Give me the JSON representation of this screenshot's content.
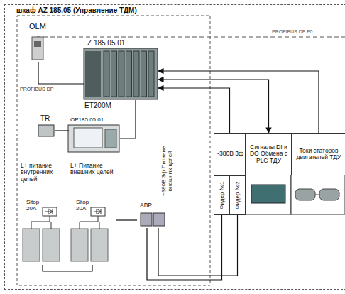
{
  "diagram": {
    "nodes": [
      {
        "text": [
          "шкаф AZ 185.05 (Управление ТДМ)"
        ]
      },
      {
        "text": [
          "OLM"
        ],
        "in": 0
      },
      {
        "text": [
          "Z 185.05.01",
          "ET200M"
        ],
        "in": 0
      },
      {
        "text": [
          "TR"
        ],
        "in": 0
      },
      {
        "text": [
          "OP185.05.01"
        ],
        "in": 0
      },
      {
        "text": [
          "L+ питание внутренних цепей",
          "Sitop 20A"
        ],
        "in": 0
      },
      {
        "text": [
          "L+ Питание внешних целей",
          "Sitop 20A"
        ],
        "in": 0
      },
      {
        "text": [
          "АВР"
        ],
        "in": 0
      },
      {
        "text": [
          "~380В 3ф"
        ],
        "in": 0
      },
      {
        "text": [
          "Сигналы DI и DO Обмена с PLC ТДУ"
        ],
        "in": 0
      },
      {
        "text": [
          "Токи статоров двигателей ТДУ"
        ],
        "in": 0
      },
      {
        "text": [
          "Фидер №1"
        ],
        "in": 0
      },
      {
        "text": [
          "Фидер №2"
        ],
        "in": 0
      }
    ],
    "edges": [
      {
        "from": 1,
        "to": 2,
        "arrow": "none"
      },
      {
        "from": 2,
        "to": 4,
        "arrow": "none"
      },
      {
        "from": 3,
        "to": 4,
        "arrow": "none"
      },
      {
        "from": 8,
        "to": 2,
        "arrow": "to"
      },
      {
        "from": 9,
        "to": 2,
        "arrow": "both"
      },
      {
        "from": 10,
        "to": 2,
        "arrow": "to"
      },
      {
        "from": 11,
        "to": 7,
        "arrow": "none"
      },
      {
        "from": 12,
        "to": 7,
        "arrow": "none"
      },
      {
        "from": 7,
        "to": 6,
        "arrow": "none"
      },
      {
        "from": 6,
        "to": 5,
        "arrow": "none"
      }
    ],
    "labels": [
      "PROFIBUS DP F0",
      "PROFIBUS DP",
      "~380В 3ф Питание внешних цепей"
    ]
  }
}
